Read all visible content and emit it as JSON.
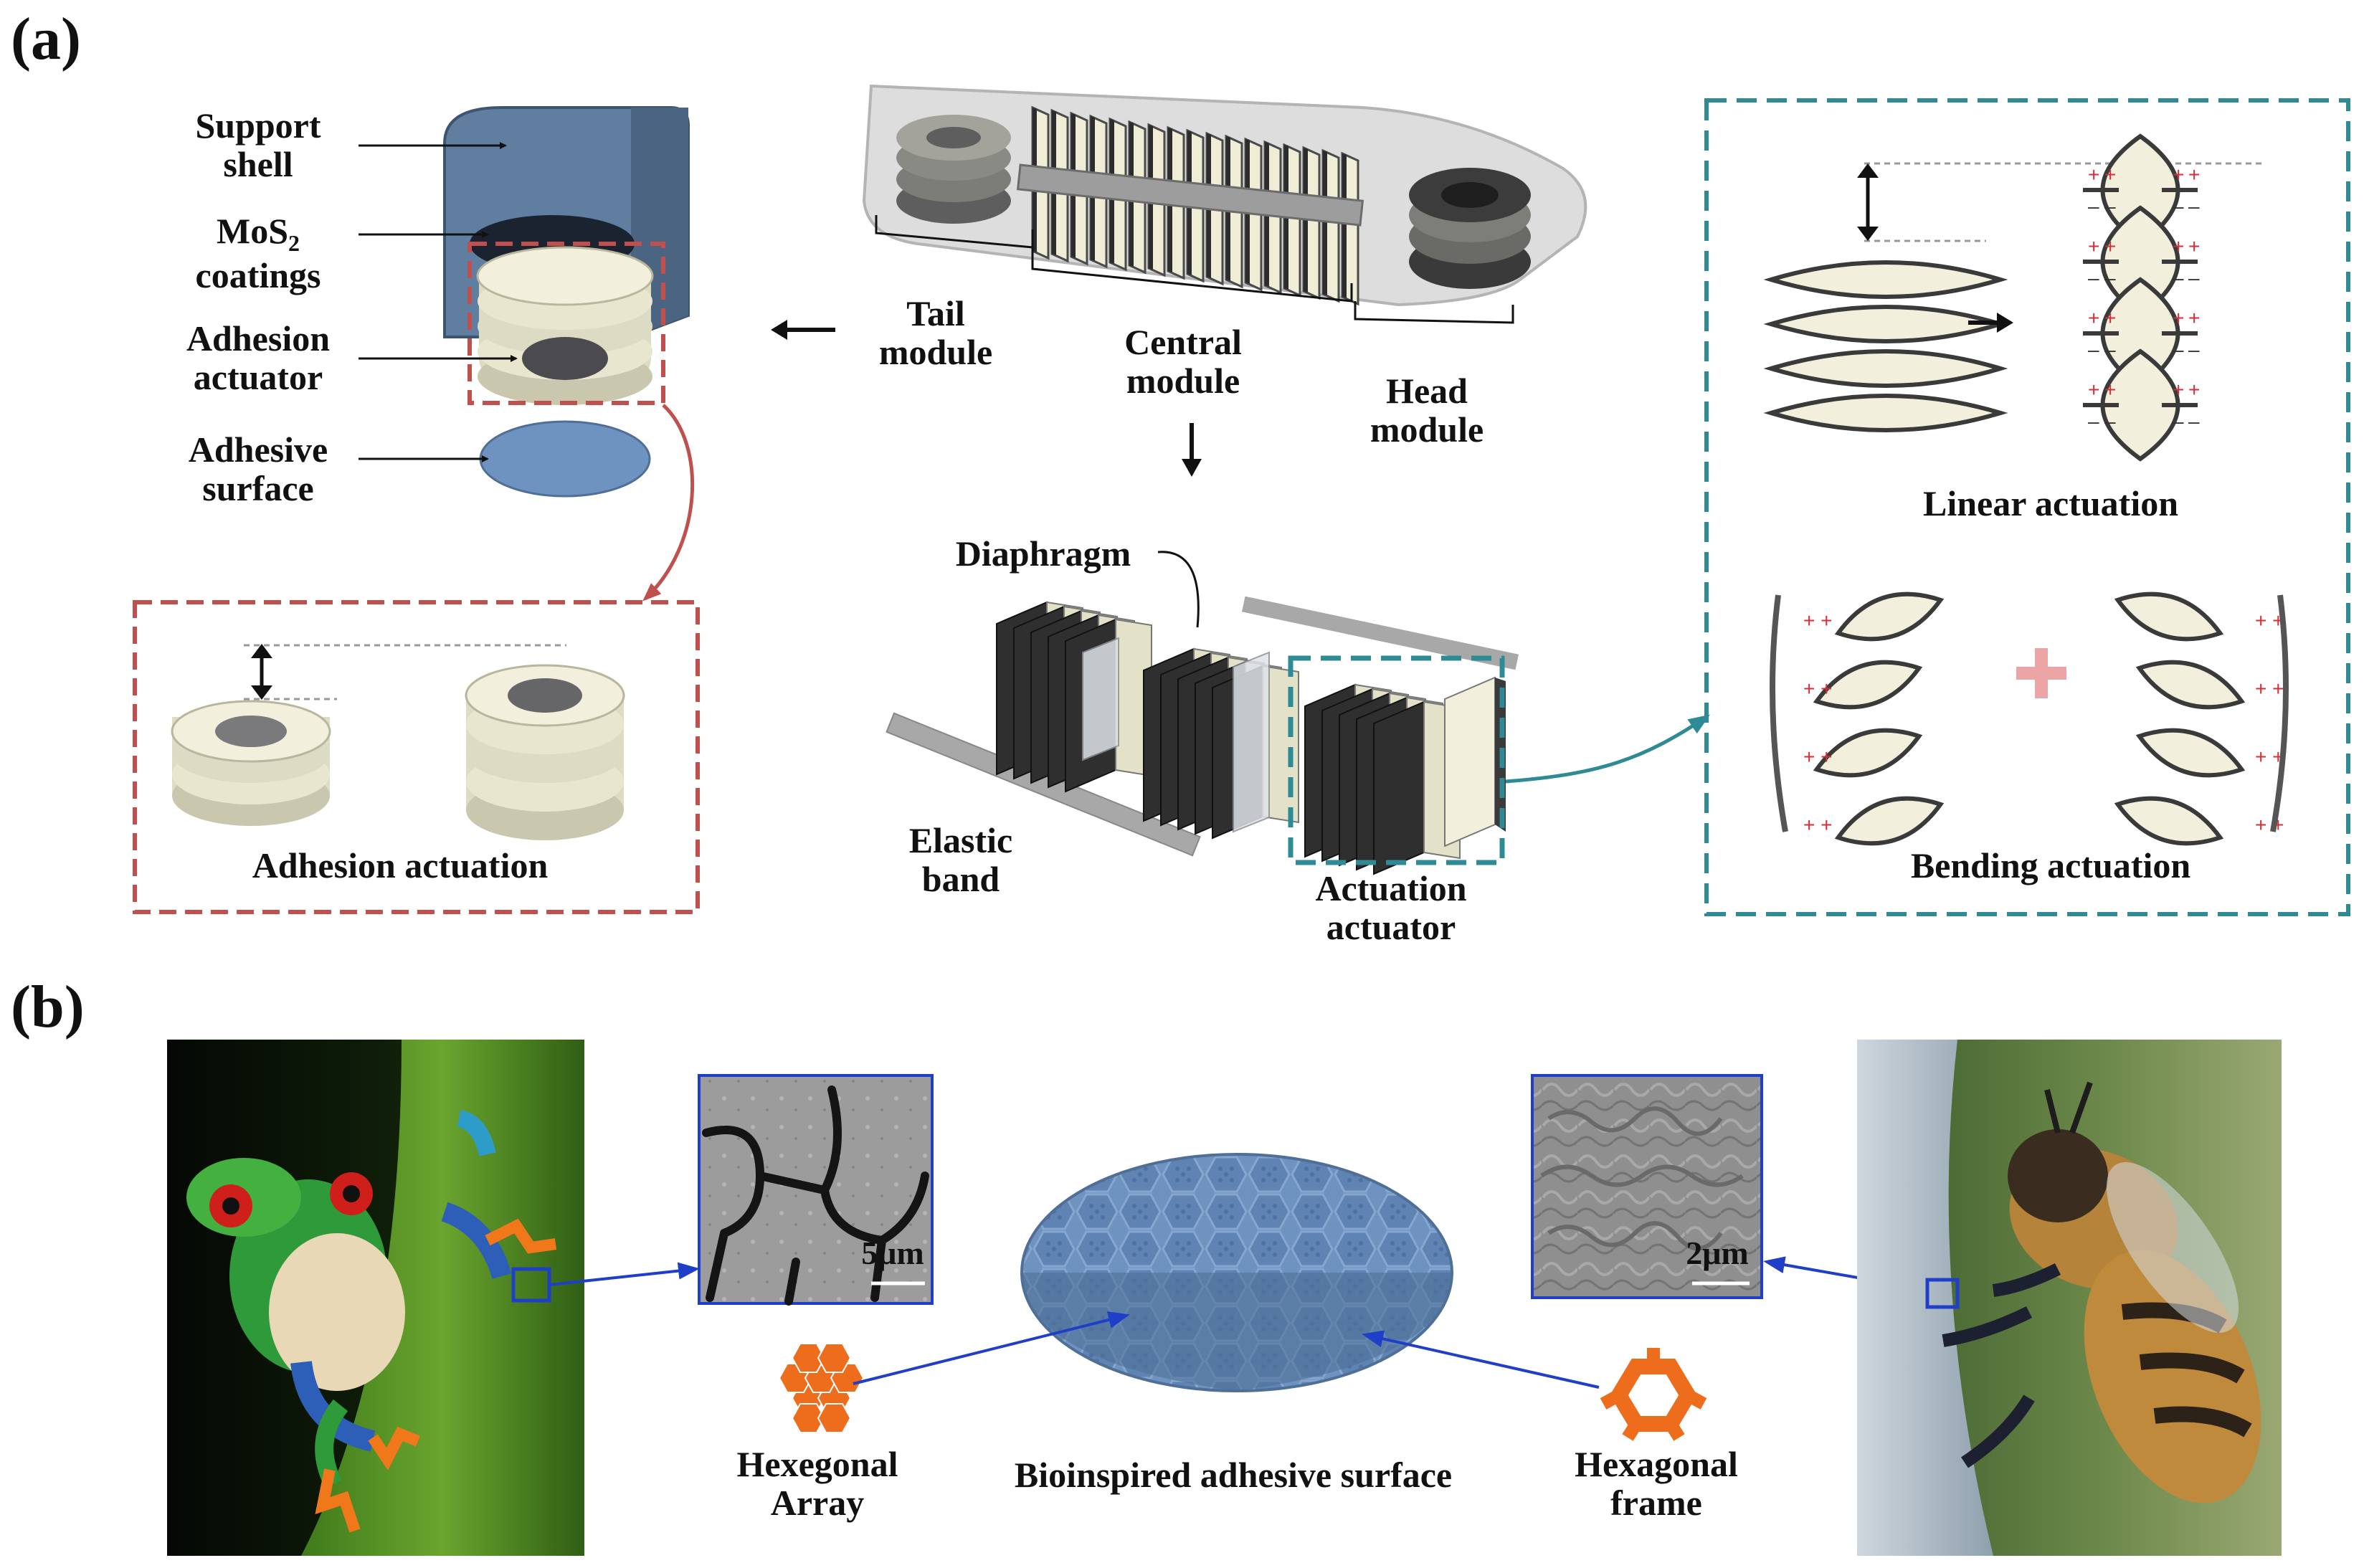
{
  "panels": {
    "a": "(a)",
    "b": "(b)"
  },
  "labels": {
    "support_shell": [
      "Support",
      "shell"
    ],
    "mos2_coatings": [
      "MoS",
      "2",
      "coatings"
    ],
    "adhesion_actuator": [
      "Adhesion",
      "actuator"
    ],
    "adhesive_surface": [
      "Adhesive",
      "surface"
    ],
    "adhesion_actuation": "Adhesion actuation",
    "tail_module": [
      "Tail",
      "module"
    ],
    "central_module": [
      "Central",
      "module"
    ],
    "head_module": [
      "Head",
      "module"
    ],
    "diaphragm": "Diaphragm",
    "elastic_band": [
      "Elastic",
      "band"
    ],
    "actuation_actuator": [
      "Actuation",
      "actuator"
    ],
    "linear_actuation": "Linear actuation",
    "bending_actuation": "Bending actuation",
    "scale_frog": "5μm",
    "scale_bee": "2μm",
    "hexagonal_array": [
      "Hexegonal",
      "Array"
    ],
    "bioinspired_surface": "Bioinspired adhesive surface",
    "hexagonal_frame": [
      "Hexagonal",
      "frame"
    ]
  },
  "colors": {
    "red_dashed": "#c0504d",
    "teal_dashed": "#2e8b95",
    "actuator_cream": "#f2f0dc",
    "shell_blue": "#5f7ea0",
    "adhesive_blue": "#6f93c0",
    "hex_orange": "#ee6d1c",
    "callout_blue": "#1f3fc8"
  },
  "icons": [
    "arrow-left-icon",
    "arrow-down-icon",
    "double-arrow-icon",
    "plus-icon",
    "hexagon-array-icon",
    "hexagon-frame-icon"
  ]
}
